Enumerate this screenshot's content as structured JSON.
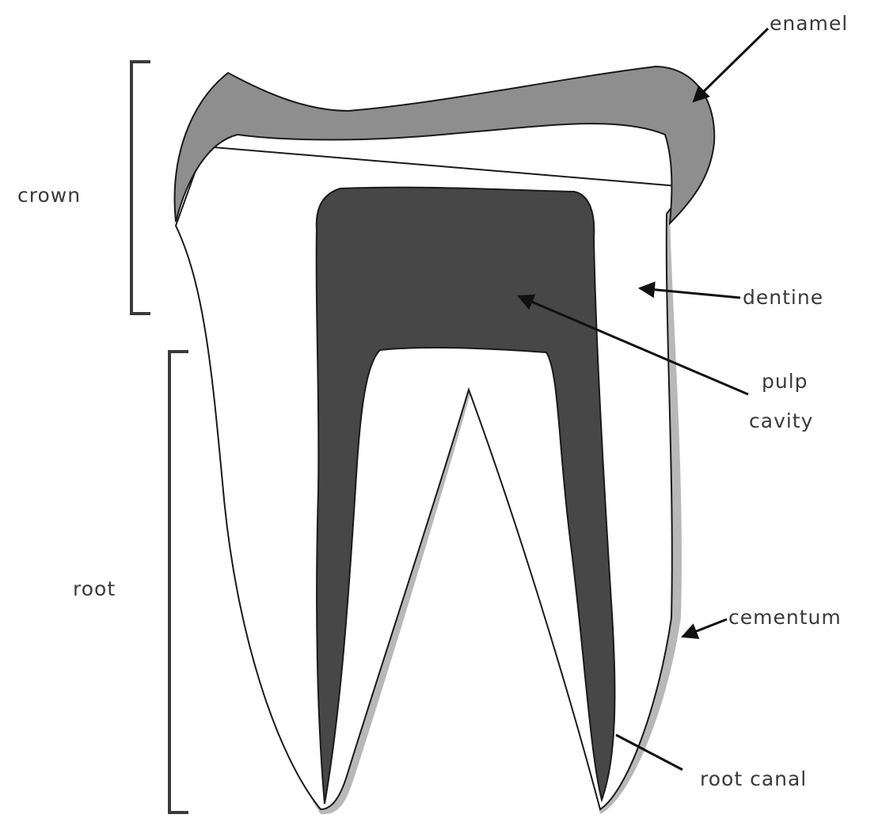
{
  "labels": {
    "enamel": "enamel",
    "crown": "crown",
    "dentine": "dentine",
    "pulp_line1": "pulp",
    "pulp_line2": "cavity",
    "root": "root",
    "cementum": "cementum",
    "root_canal": "root canal"
  },
  "colors": {
    "background": "#ffffff",
    "enamel": "#8e8e8e",
    "pulp": "#474747",
    "dentine": "#ffffff",
    "cementum": "#b8b8b8",
    "outline": "#1a1a1a",
    "label_text": "#3a3a3a"
  }
}
